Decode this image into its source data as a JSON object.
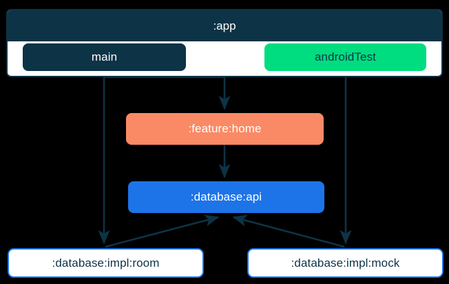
{
  "diagram": {
    "type": "module-dependency-graph",
    "background": "#000000",
    "edge_color": "#0d3346",
    "clusters": [
      {
        "id": "app",
        "label": ":app",
        "header_color": "#0d3346",
        "body_color": "#ffffff",
        "border_color": "#0d3346"
      }
    ],
    "nodes": [
      {
        "id": "main",
        "label": "main",
        "fill": "#0d3346",
        "text_color": "#ffffff"
      },
      {
        "id": "androidTest",
        "label": "androidTest",
        "fill": "#00dd80",
        "text_color": "#0d3346"
      },
      {
        "id": "feature_home",
        "label": ":feature:home",
        "fill": "#fa8a65",
        "text_color": "#ffffff"
      },
      {
        "id": "database_api",
        "label": ":database:api",
        "fill": "#1d74e8",
        "text_color": "#ffffff"
      },
      {
        "id": "database_impl_room",
        "label": ":database:impl:room",
        "fill": "#ffffff",
        "text_color": "#0d3346",
        "border_color": "#1d74e8"
      },
      {
        "id": "database_impl_mock",
        "label": ":database:impl:mock",
        "fill": "#ffffff",
        "text_color": "#0d3346",
        "border_color": "#1d74e8"
      }
    ],
    "edges": [
      {
        "from": "main",
        "to": "feature_home"
      },
      {
        "from": "main",
        "to": "database_impl_room"
      },
      {
        "from": "feature_home",
        "to": "database_api"
      },
      {
        "from": "androidTest",
        "to": "database_impl_mock"
      },
      {
        "from": "database_impl_room",
        "to": "database_api"
      },
      {
        "from": "database_impl_mock",
        "to": "database_api"
      }
    ]
  }
}
